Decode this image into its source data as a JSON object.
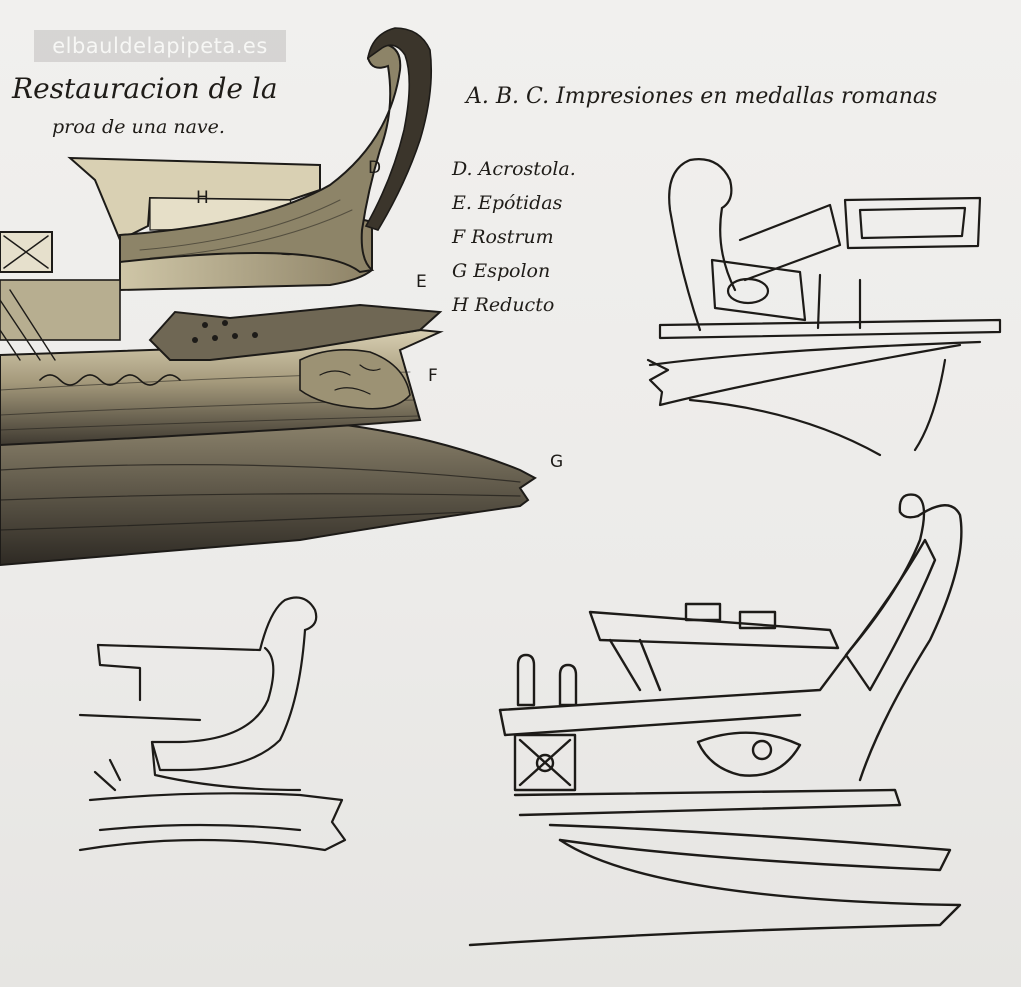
{
  "watermark": "elbauldelapipeta.es",
  "title": {
    "line1": "Restauracion de la",
    "line2": "proa de una nave."
  },
  "heading": "A. B. C. Impresiones en medallas romanas",
  "legend": [
    "D. Acrostola.",
    "E. Epótidas",
    "F Rostrum",
    "G Espolon",
    "H Reducto"
  ],
  "part_marks": {
    "D": "D",
    "E": "E",
    "F": "F",
    "G": "G",
    "H": "H"
  },
  "colors": {
    "paper": "#eeedeb",
    "ink": "#1d1b18",
    "wash_light": "#c9bfa2",
    "wash_dark": "#5a5346"
  }
}
